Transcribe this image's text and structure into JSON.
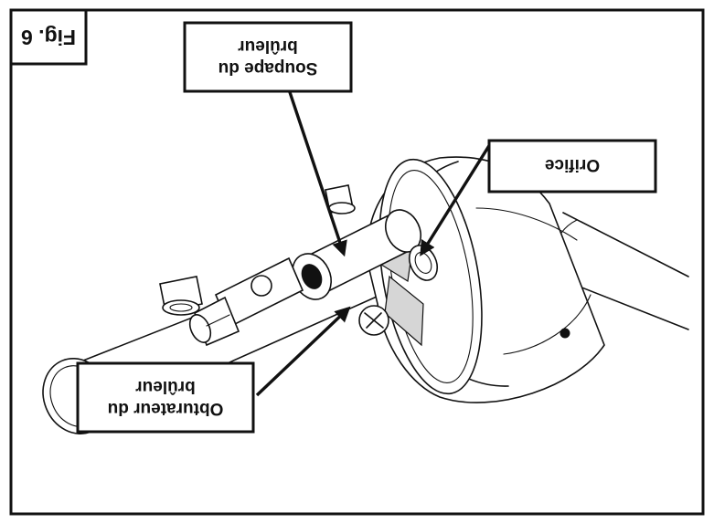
{
  "figure": {
    "label": "Fig. 6"
  },
  "callouts": {
    "burner_valve": {
      "line1": "Soupape du",
      "line2": "brûleur"
    },
    "orifice": {
      "line1": "Orifice"
    },
    "burner_shutter": {
      "line1": "Obturateur du",
      "line2": "brûleur"
    }
  },
  "colors": {
    "ink": "#111111",
    "paper": "#ffffff"
  },
  "orientation": "rotated-180-degrees"
}
